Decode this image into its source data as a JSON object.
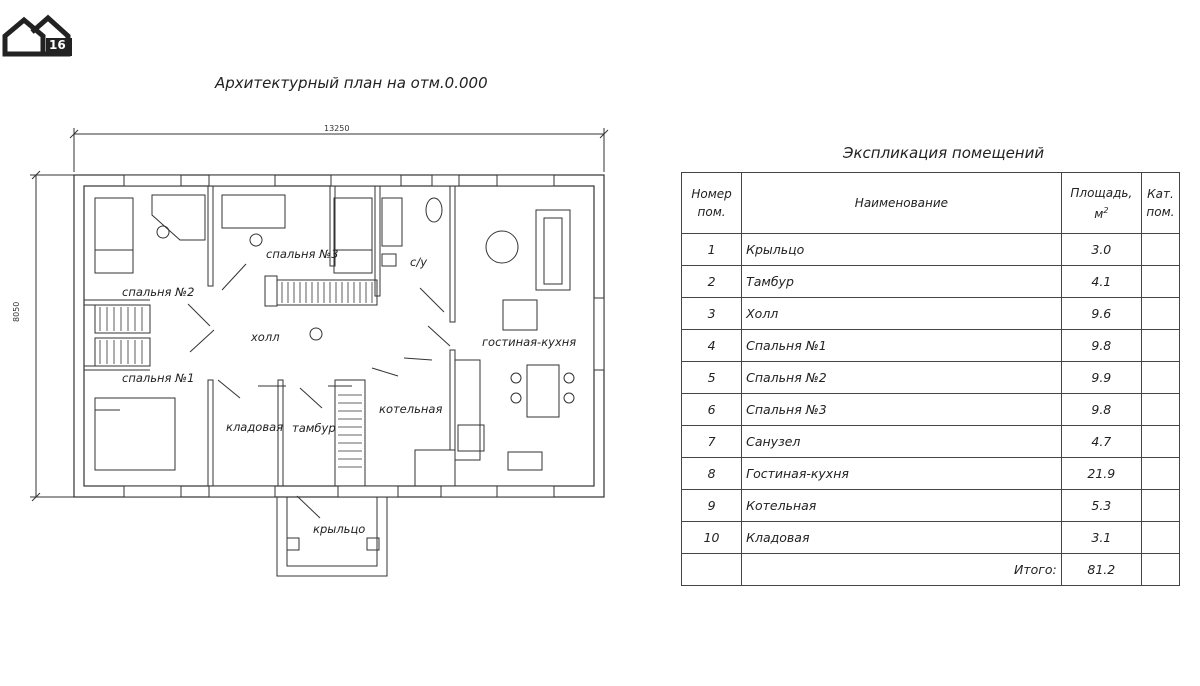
{
  "logo": {
    "text": "16"
  },
  "plan": {
    "title": "Архитектурный план на отм.0.000",
    "dimension_width": "13250",
    "dimension_height": "8050",
    "rooms": {
      "bedroom2": "спальня №2",
      "bedroom3": "спальня №3",
      "bathroom": "с/у",
      "hall": "холл",
      "living_kitchen": "гостиная-кухня",
      "bedroom1": "спальня №1",
      "storage": "кладовая",
      "vestibule": "тамбур",
      "boiler": "котельная",
      "porch": "крыльцо"
    }
  },
  "explication": {
    "title": "Экспликация помещений",
    "headers": {
      "number": [
        "Номер",
        "пом."
      ],
      "name": "Наименование",
      "area": "Площадь,",
      "area_unit": "м",
      "area_unit_sup": "2",
      "category": [
        "Кат.",
        "пом."
      ]
    },
    "rows": [
      {
        "num": "1",
        "name": "Крыльцо",
        "area": "3.0",
        "cat": ""
      },
      {
        "num": "2",
        "name": "Тамбур",
        "area": "4.1",
        "cat": ""
      },
      {
        "num": "3",
        "name": "Холл",
        "area": "9.6",
        "cat": ""
      },
      {
        "num": "4",
        "name": "Спальня №1",
        "area": "9.8",
        "cat": ""
      },
      {
        "num": "5",
        "name": "Спальня №2",
        "area": "9.9",
        "cat": ""
      },
      {
        "num": "6",
        "name": "Спальня №3",
        "area": "9.8",
        "cat": ""
      },
      {
        "num": "7",
        "name": "Санузел",
        "area": "4.7",
        "cat": ""
      },
      {
        "num": "8",
        "name": "Гостиная-кухня",
        "area": "21.9",
        "cat": ""
      },
      {
        "num": "9",
        "name": "Котельная",
        "area": "5.3",
        "cat": ""
      },
      {
        "num": "10",
        "name": "Кладовая",
        "area": "3.1",
        "cat": ""
      }
    ],
    "total_label": "Итого:",
    "total_value": "81.2"
  }
}
